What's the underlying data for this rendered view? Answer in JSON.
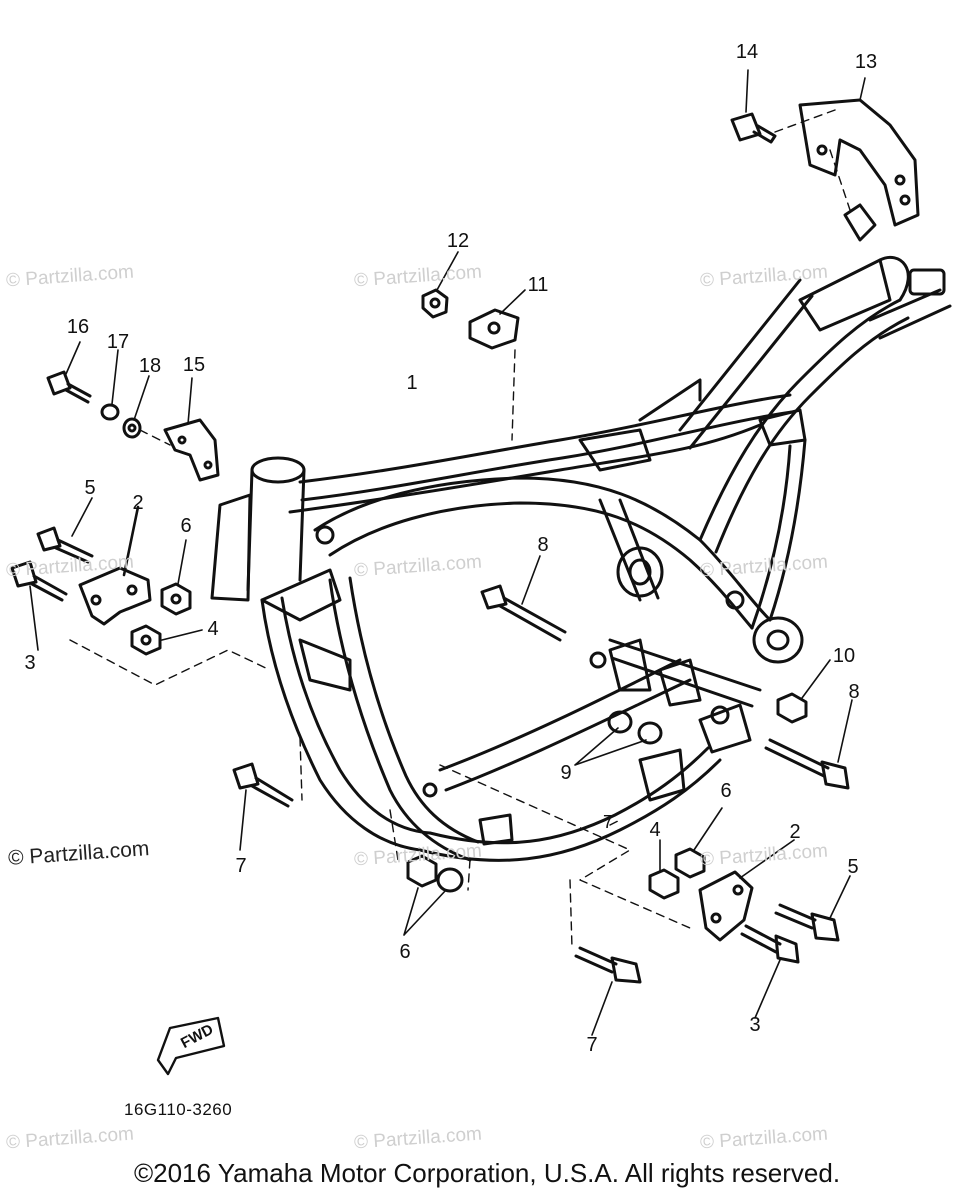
{
  "callouts": {
    "c1": "1",
    "c2a": "2",
    "c2b": "2",
    "c3a": "3",
    "c3b": "3",
    "c4a": "4",
    "c4b": "4",
    "c5a": "5",
    "c5b": "5",
    "c6a": "6",
    "c6b": "6",
    "c6c": "6",
    "c7a": "7",
    "c7b": "7",
    "c7c": "7",
    "c8a": "8",
    "c8b": "8",
    "c9": "9",
    "c10": "10",
    "c11": "11",
    "c12": "12",
    "c13": "13",
    "c14": "14",
    "c15": "15",
    "c16": "16",
    "c17": "17",
    "c18": "18"
  },
  "watermark": {
    "text": "© Partzilla.com"
  },
  "watermark_dark": {
    "text": "© Partzilla.com"
  },
  "fwd": {
    "label": "FWD"
  },
  "diagram_code": "16G110-3260",
  "copyright": "©2016 Yamaha Motor Corporation, U.S.A. All rights reserved."
}
